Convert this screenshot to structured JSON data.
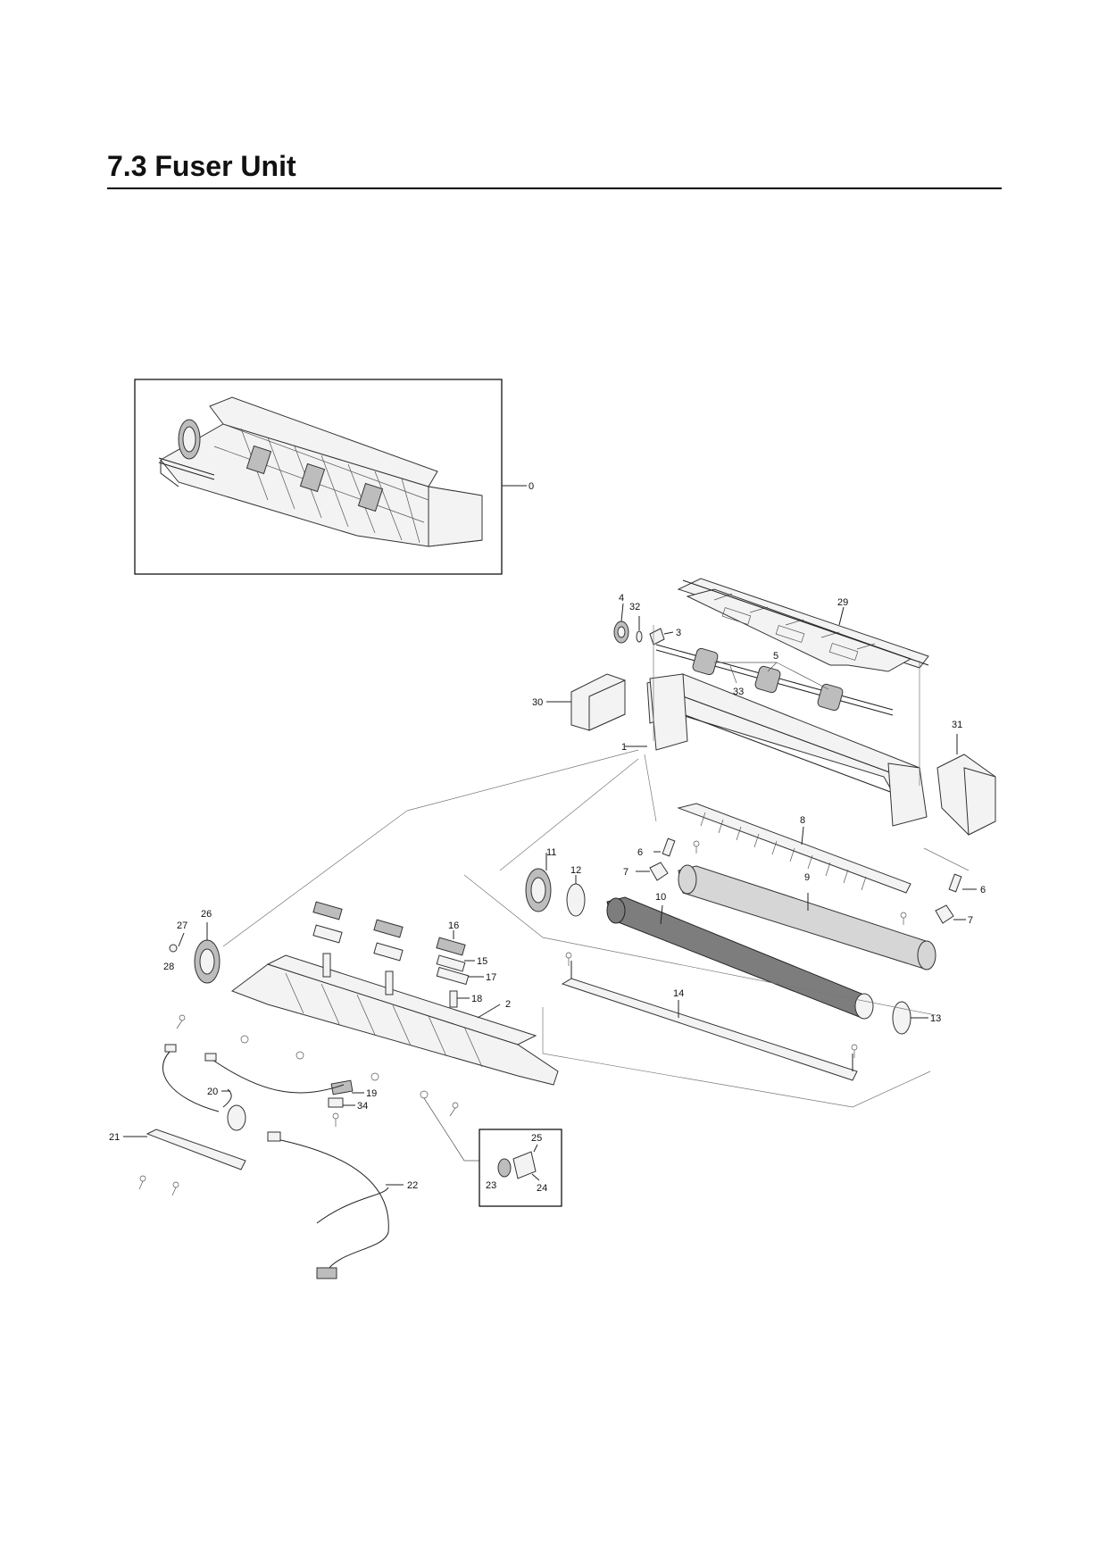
{
  "page": {
    "title": "7.3  Fuser Unit"
  },
  "callouts": {
    "c0": "0",
    "c1": "1",
    "c2": "2",
    "c3": "3",
    "c4": "4",
    "c5": "5",
    "c6a": "6",
    "c6b": "6",
    "c7a": "7",
    "c7b": "7",
    "c8": "8",
    "c9": "9",
    "c10": "10",
    "c11": "11",
    "c12": "12",
    "c13": "13",
    "c14": "14",
    "c15": "15",
    "c16": "16",
    "c17": "17",
    "c18": "18",
    "c19": "19",
    "c20": "20",
    "c21": "21",
    "c22": "22",
    "c23": "23",
    "c24": "24",
    "c25": "25",
    "c26": "26",
    "c27": "27",
    "c28": "28",
    "c29": "29",
    "c30": "30",
    "c31": "31",
    "c32": "32",
    "c33": "33",
    "c34": "34"
  }
}
